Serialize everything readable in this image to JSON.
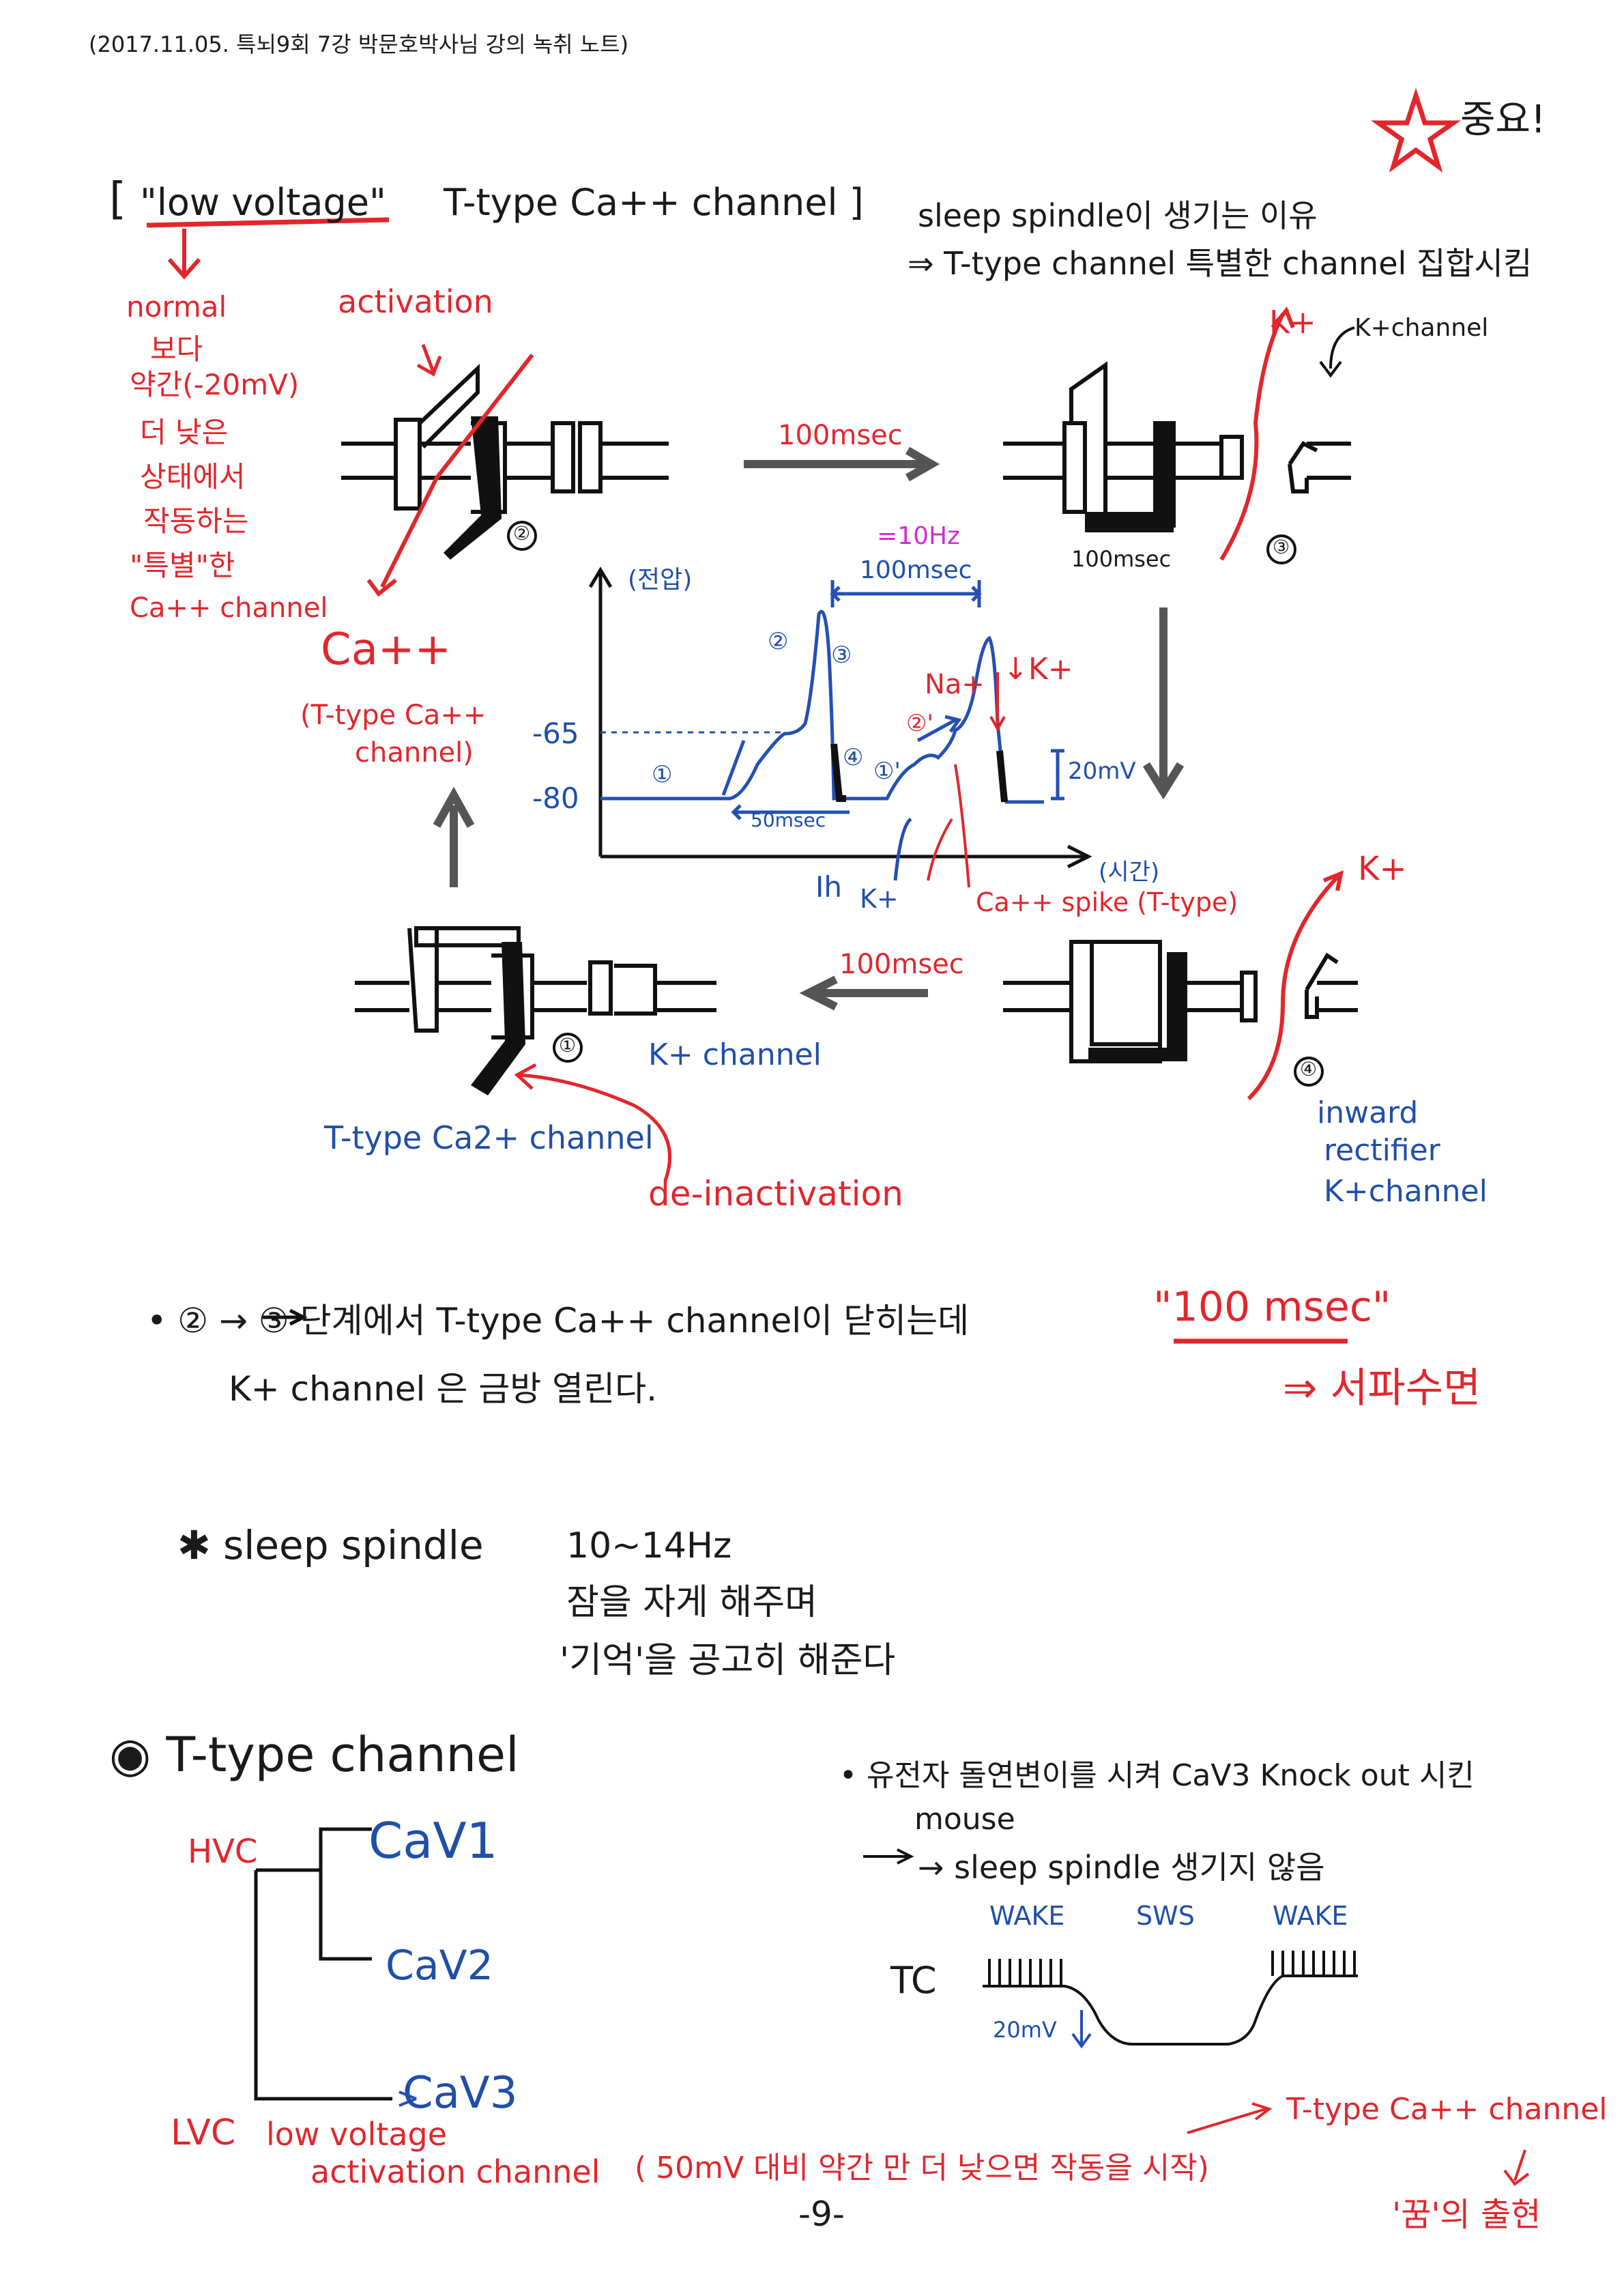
{
  "header": "(2017.11.05. 특뇌9회 7강 박문호박사님 강의 녹취 노트)",
  "important": "중요!",
  "title": {
    "quote_term": "\"low voltage\"",
    "channel": "T-type Ca++ channel ]",
    "bracket_open": "[",
    "reason_line1": "sleep spindle이 생기는 이유",
    "reason_line2": "⇒ T-type channel 특별한 channel 집합시킴"
  },
  "left_note": [
    "normal",
    "보다",
    "약간(-20mV)",
    "더 낮은",
    "상태에서",
    "작동하는",
    "\"특별\"한",
    "Ca++ channel"
  ],
  "diagram": {
    "activation": "activation",
    "ca_plus": "Ca++",
    "t_type_ca_channel": [
      "(T-type Ca++",
      "channel)"
    ],
    "top_arrow": "100msec",
    "right_arrow_top_k": "K+",
    "k_channel_label": "K+channel",
    "msec_3": "100msec",
    "bottom_arrow": "100msec",
    "k_plus_bottom": "K+",
    "inward": [
      "inward",
      "rectifier",
      "K+channel"
    ],
    "k_channel_blue": "K+ channel",
    "t_type_ca2": "T-type Ca2+ channel",
    "de_inactivation": "de-inactivation",
    "states": [
      "①",
      "②",
      "③",
      "④"
    ]
  },
  "graph": {
    "ylabel": "(전압)",
    "xlabel": "(시간)",
    "freq": "=10Hz",
    "interval": "100msec",
    "v65": "-65",
    "v80": "-80",
    "ms50": "50msec",
    "mv20": "20mV",
    "na": "Na+",
    "k": "↓K+",
    "ih": "Ih",
    "kplus": "K+",
    "ca_spike": "Ca++ spike (T-type)",
    "marks": [
      "①",
      "②",
      "③",
      "④",
      "①'",
      "②'"
    ]
  },
  "note1": {
    "line1": "• ② → ③ 단계에서 T-type Ca++ channel이 닫히는데",
    "line2": "K+ channel 은 금방 열린다.",
    "msec": "\"100 msec\"",
    "sleep": "⇒ 서파수면"
  },
  "spindle": {
    "label": "✱ sleep spindle",
    "freq": "10~14Hz",
    "l2": "잠을 자게 해주며",
    "l3": "'기억'을 공고히 해준다"
  },
  "ttype": {
    "heading": "◉ T-type channel",
    "hvc": "HVC",
    "cav1": "CaV1",
    "cav2": "CaV2",
    "cav3": "CaV3",
    "lvc": "LVC",
    "lvc_desc1": "low voltage",
    "lvc_desc2": "activation channel",
    "paren": "( 50mV 대비 약간 만 더 낮으면 작동을 시작)",
    "t_channel_red": "T-type Ca++ channel",
    "dream": "'꿈'의 출현"
  },
  "knockout": {
    "l1": "• 유전자 돌연변이를 시켜  CaV3   Knock out 시킨",
    "l2": "mouse",
    "l3": "→ sleep spindle 생기지 않음",
    "wake1": "WAKE",
    "sws": "SWS",
    "wake2": "WAKE",
    "tc": "TC",
    "mv": "20mV"
  },
  "page_number": "-9-"
}
